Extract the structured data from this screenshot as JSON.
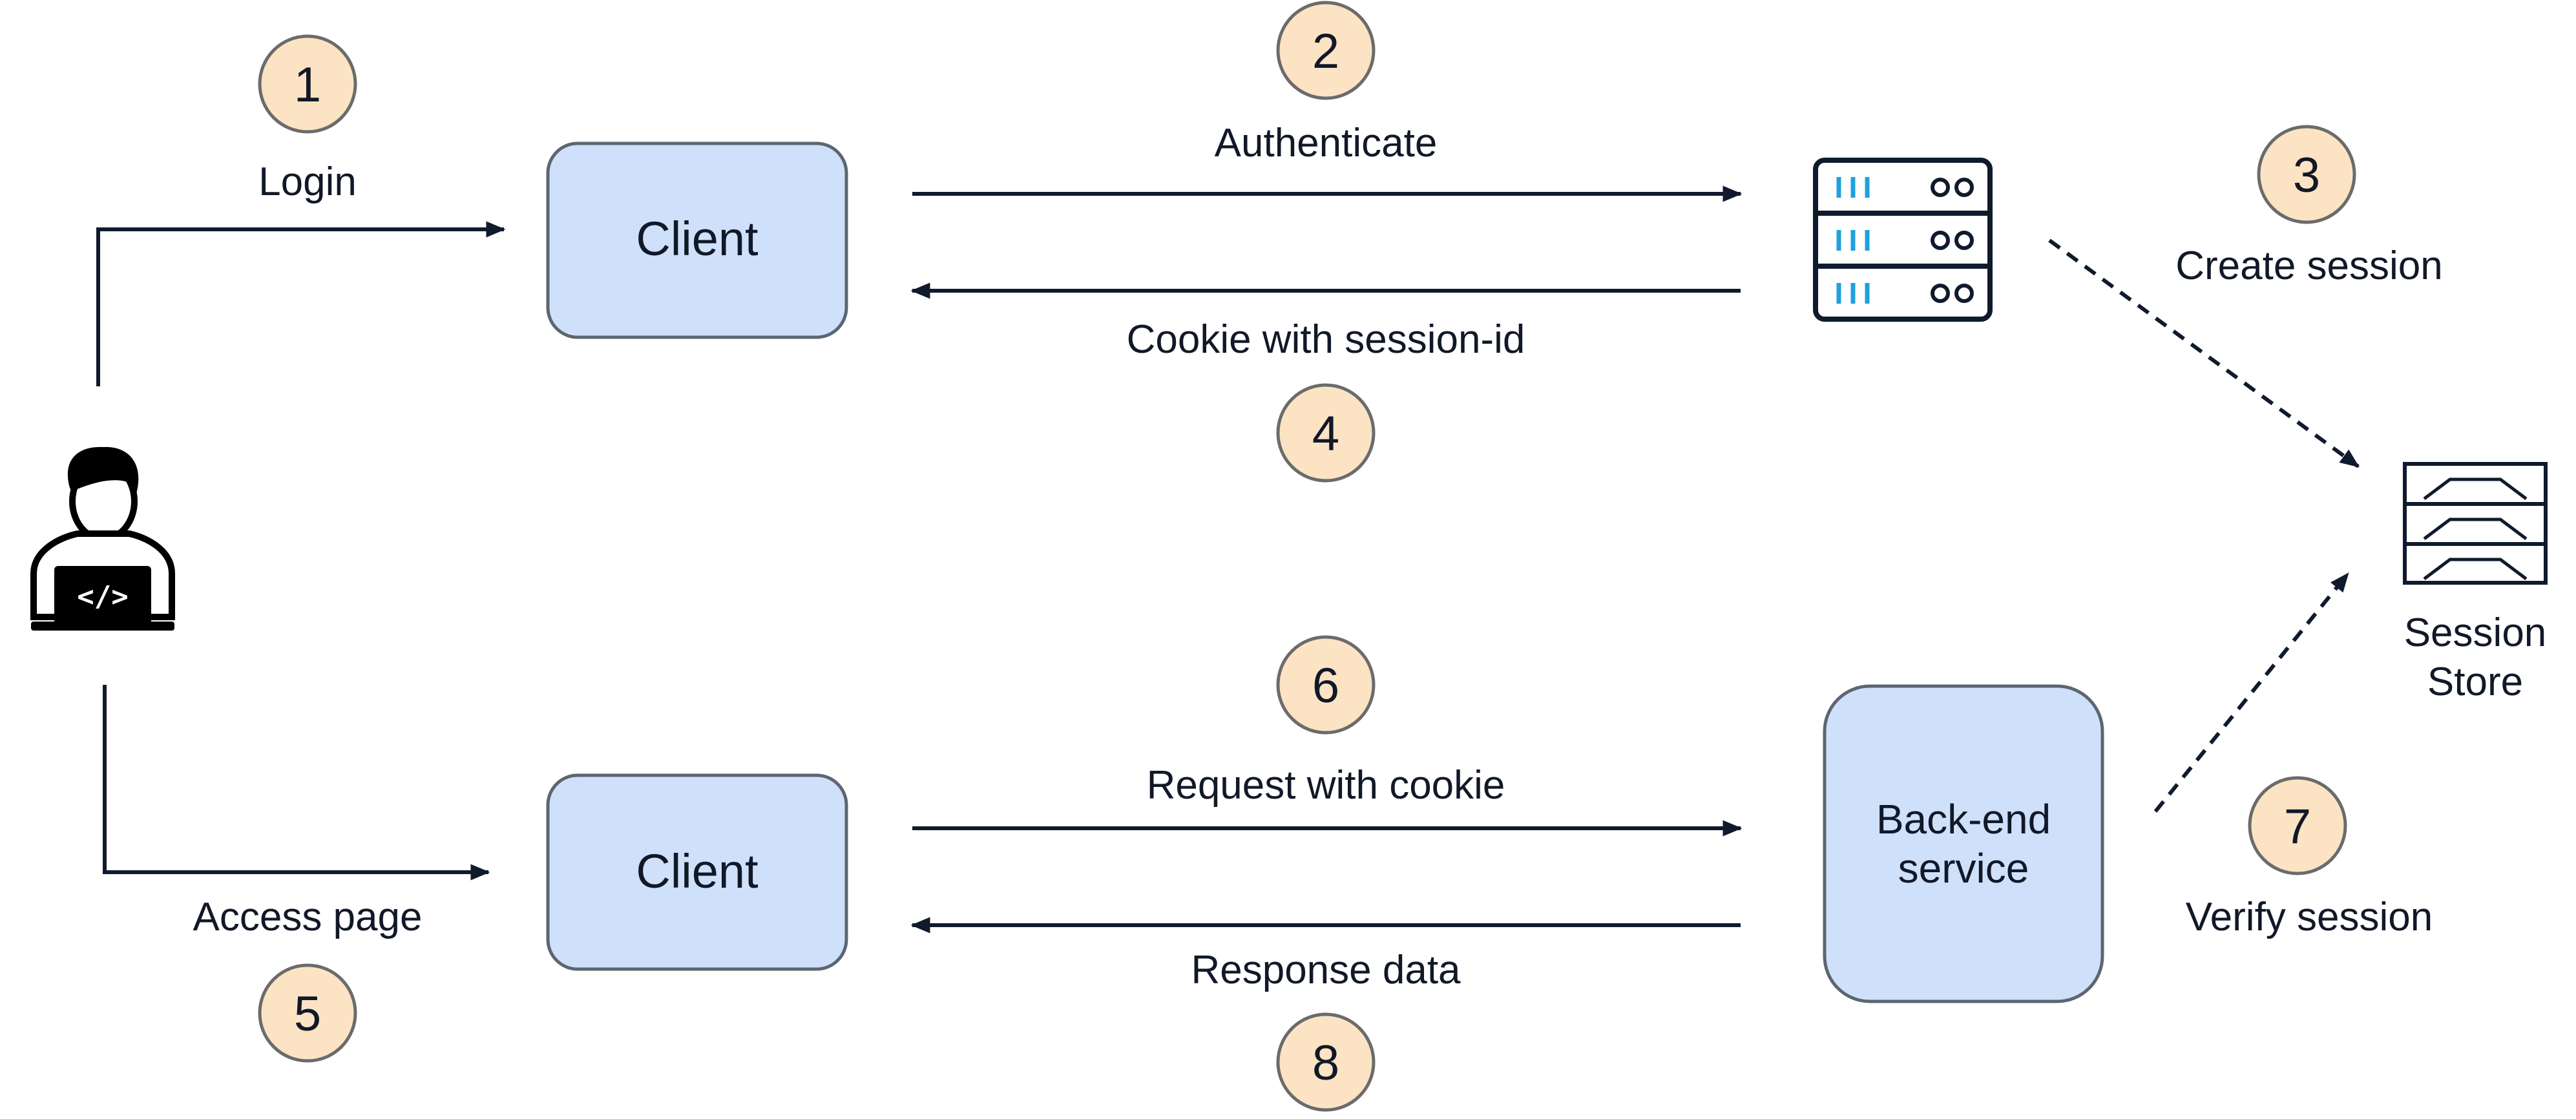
{
  "colors": {
    "box_fill": "#cfe0fb",
    "step_fill": "#fbe3c4",
    "server_accent": "#1fa1dc",
    "line": "#0f1b2d"
  },
  "icons": {
    "user": "developer-with-laptop-icon",
    "server": "server-rack-icon",
    "store": "session-store-icon"
  },
  "nodes": {
    "client_top": "Client",
    "client_bottom": "Client",
    "backend_line1": "Back-end",
    "backend_line2": "service",
    "store_line1": "Session",
    "store_line2": "Store"
  },
  "steps": [
    {
      "number": "1",
      "label": "Login"
    },
    {
      "number": "2",
      "label": "Authenticate"
    },
    {
      "number": "3",
      "label": "Create session"
    },
    {
      "number": "4",
      "label": "Cookie with session-id"
    },
    {
      "number": "5",
      "label": "Access page"
    },
    {
      "number": "6",
      "label": "Request with cookie"
    },
    {
      "number": "7",
      "label": "Verify session"
    },
    {
      "number": "8",
      "label": "Response data"
    }
  ]
}
